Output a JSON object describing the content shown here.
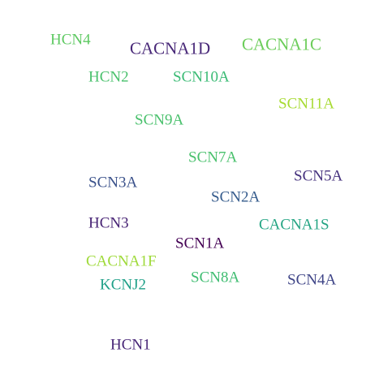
{
  "words": [
    {
      "text": "HCN4",
      "color": "#5ec962"
    },
    {
      "text": "CACNA1D",
      "color": "#482878"
    },
    {
      "text": "CACNA1C",
      "color": "#6ccd5a"
    },
    {
      "text": "HCN2",
      "color": "#4ac16d"
    },
    {
      "text": "SCN10A",
      "color": "#3bbb75"
    },
    {
      "text": "SCN11A",
      "color": "#a8db34"
    },
    {
      "text": "SCN9A",
      "color": "#4ac16d"
    },
    {
      "text": "SCN7A",
      "color": "#4ac16d"
    },
    {
      "text": "SCN3A",
      "color": "#3b528b"
    },
    {
      "text": "SCN5A",
      "color": "#46327e"
    },
    {
      "text": "SCN2A",
      "color": "#365c8d"
    },
    {
      "text": "HCN3",
      "color": "#482475"
    },
    {
      "text": "CACNA1S",
      "color": "#25a584"
    },
    {
      "text": "SCN1A",
      "color": "#440154"
    },
    {
      "text": "CACNA1F",
      "color": "#9fda3a"
    },
    {
      "text": "SCN8A",
      "color": "#40bd72"
    },
    {
      "text": "SCN4A",
      "color": "#404688"
    },
    {
      "text": "KCNJ2",
      "color": "#1fa088"
    },
    {
      "text": "HCN1",
      "color": "#482677"
    }
  ]
}
